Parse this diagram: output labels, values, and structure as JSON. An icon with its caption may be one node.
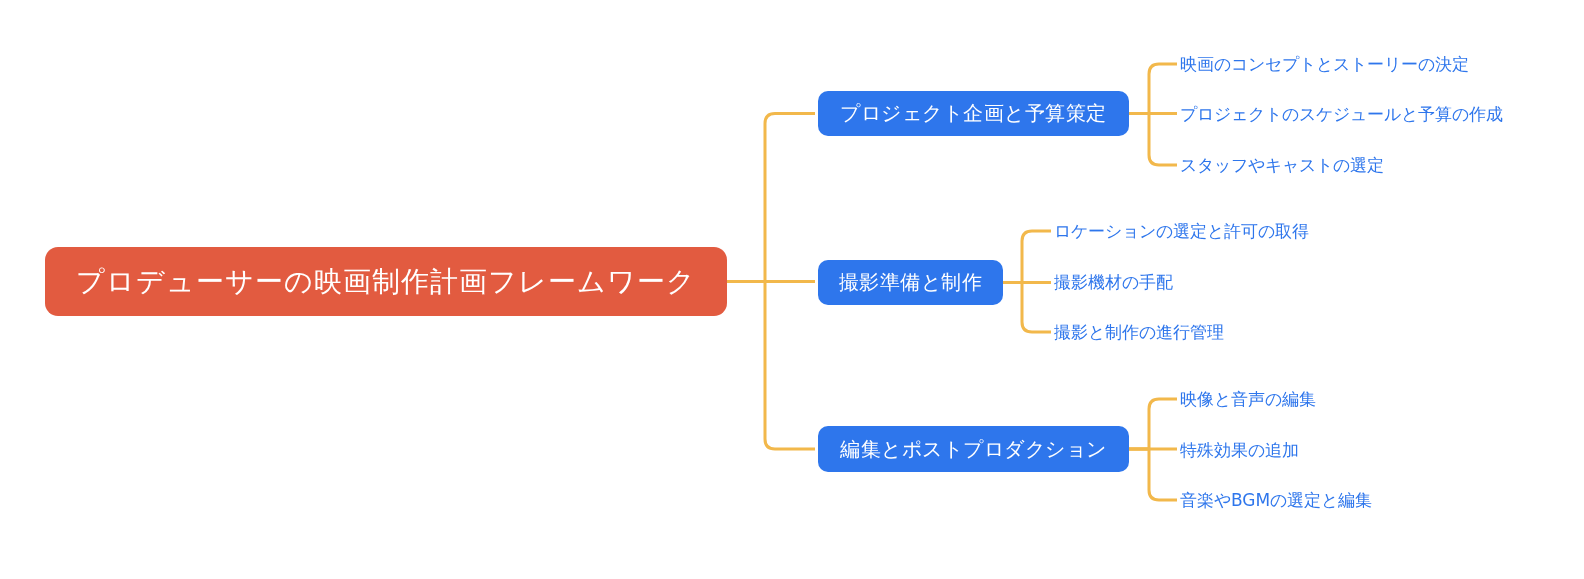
{
  "diagram": {
    "nodes": [
      {
        "text": [
          "プロデューサーの映画制作計画フレームワーク"
        ]
      },
      {
        "text": [
          "プロジェクト企画と予算策定"
        ]
      },
      {
        "text": [
          "撮影準備と制作"
        ]
      },
      {
        "text": [
          "編集とポストプロダクション"
        ]
      },
      {
        "text": [
          "映画のコンセプトとストーリーの決定"
        ]
      },
      {
        "text": [
          "プロジェクトのスケジュールと予算の作成"
        ]
      },
      {
        "text": [
          "スタッフやキャストの選定"
        ]
      },
      {
        "text": [
          "ロケーションの選定と許可の取得"
        ]
      },
      {
        "text": [
          "撮影機材の手配"
        ]
      },
      {
        "text": [
          "撮影と制作の進行管理"
        ]
      },
      {
        "text": [
          "映像と音声の編集"
        ]
      },
      {
        "text": [
          "特殊効果の追加"
        ]
      },
      {
        "text": [
          "音楽やBGMの選定と編集"
        ]
      }
    ],
    "edges": [
      {
        "from": 0,
        "to": 1,
        "arrow": "none"
      },
      {
        "from": 0,
        "to": 2,
        "arrow": "none"
      },
      {
        "from": 0,
        "to": 3,
        "arrow": "none"
      },
      {
        "from": 1,
        "to": 4,
        "arrow": "none"
      },
      {
        "from": 1,
        "to": 5,
        "arrow": "none"
      },
      {
        "from": 1,
        "to": 6,
        "arrow": "none"
      },
      {
        "from": 2,
        "to": 7,
        "arrow": "none"
      },
      {
        "from": 2,
        "to": 8,
        "arrow": "none"
      },
      {
        "from": 2,
        "to": 9,
        "arrow": "none"
      },
      {
        "from": 3,
        "to": 10,
        "arrow": "none"
      },
      {
        "from": 3,
        "to": 11,
        "arrow": "none"
      },
      {
        "from": 3,
        "to": 12,
        "arrow": "none"
      }
    ]
  }
}
